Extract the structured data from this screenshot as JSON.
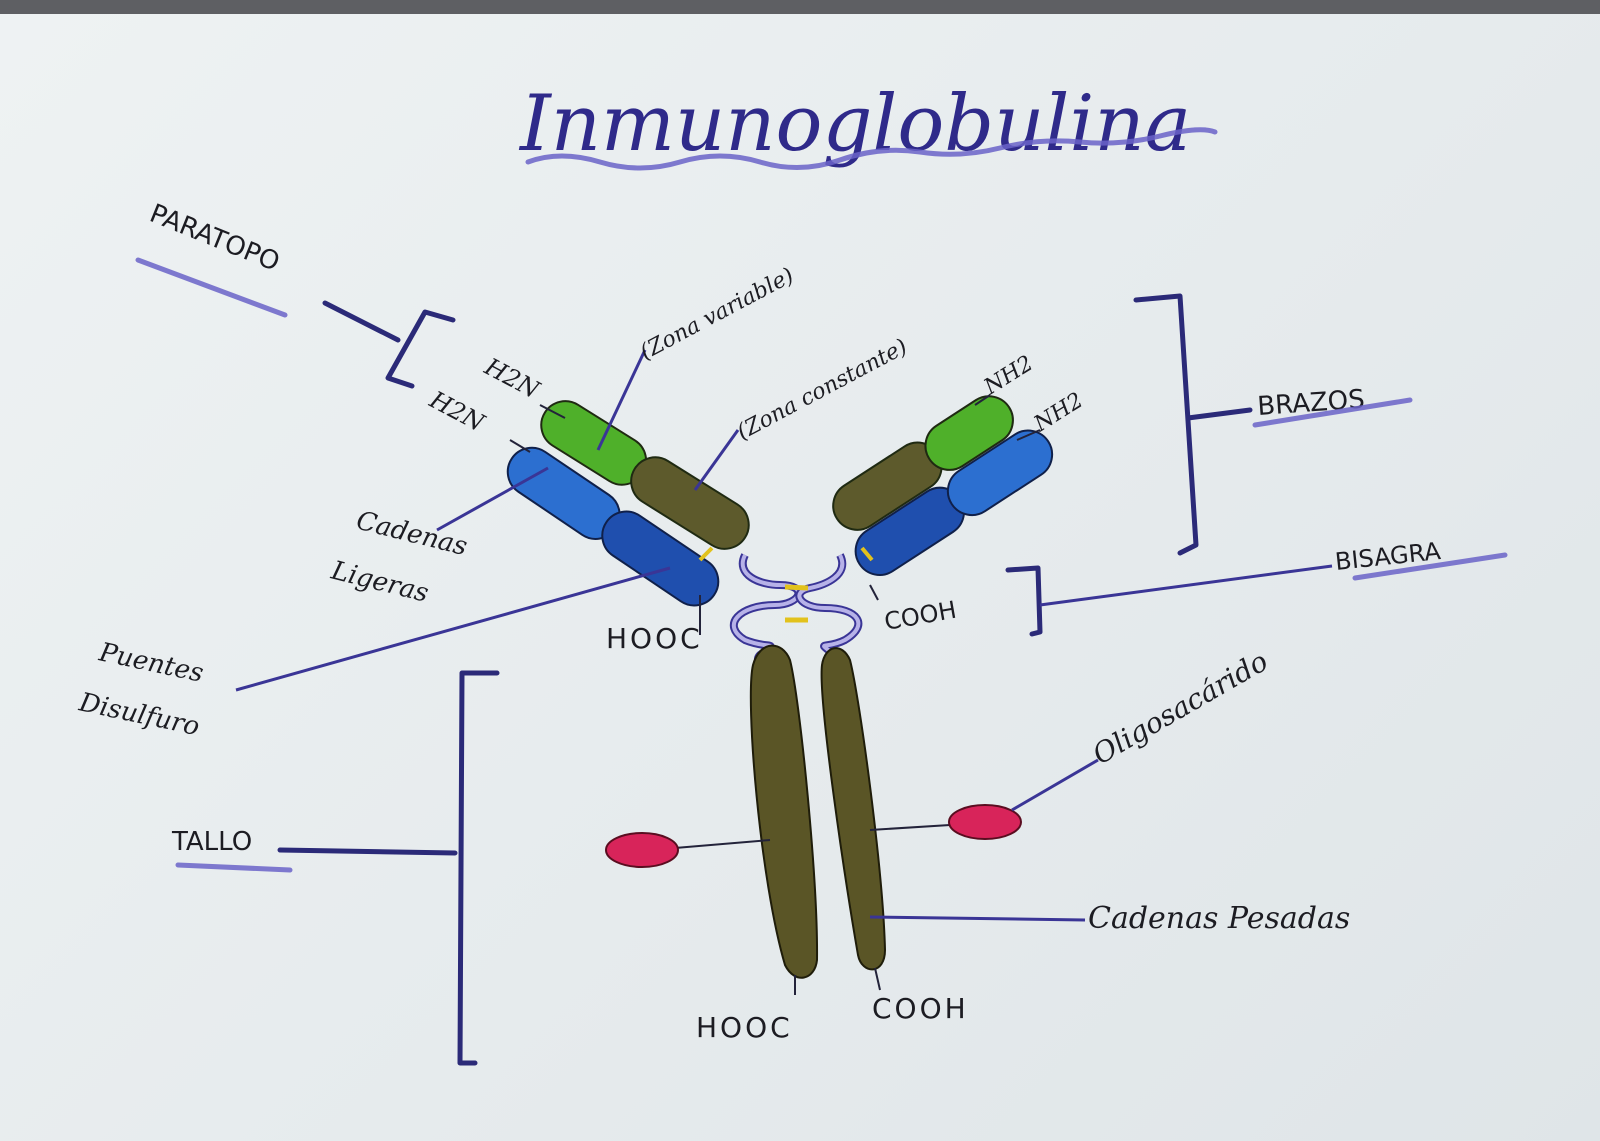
{
  "title": "Inmunoglobulina",
  "labels": {
    "paratopo": "PARATOPO",
    "h2n_1": "H2N",
    "h2n_2": "H2N",
    "zona_variable": "(Zona variable)",
    "zona_constante": "(Zona constante)",
    "nh2_1": "NH2",
    "nh2_2": "NH2",
    "brazos": "BRAZOS",
    "bisagra": "BISAGRA",
    "cadenas_ligeras_1": "Cadenas",
    "cadenas_ligeras_2": "Ligeras",
    "puentes_1": "Puentes",
    "puentes_2": "Disulfuro",
    "hooc_top": "HOOC",
    "cooh_top": "COOH",
    "oligosacarido": "Oligosacárido",
    "tallo": "TALLO",
    "cadenas_pesadas": "Cadenas Pesadas",
    "hooc_bottom": "HOOC",
    "cooh_bottom": "COOH"
  },
  "colors": {
    "variable_heavy": "#4fb02a",
    "constant_heavy": "#5d5a2c",
    "light_variable": "#2c6fd0",
    "light_constant": "#1f4fae",
    "heavy_stem": "#5a5526",
    "oligosaccharide": "#d8245a",
    "disulfide": "#e2c21c",
    "annotation": "#2b2a78"
  }
}
